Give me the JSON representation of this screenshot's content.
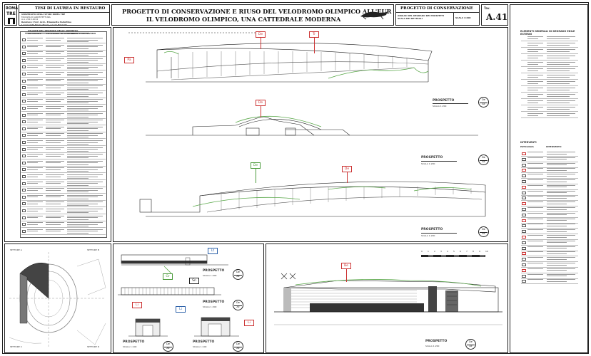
{
  "logo": {
    "line1": "ROMA",
    "line2": "TRE"
  },
  "header": {
    "thesis_label": "TESI DI LAUREA IN RESTAURO",
    "university_line1": "UNIVERSITÀ DEGLI STUDI ROMA TRE",
    "university_line2": "FACOLTÀ DI ARCHITETTURA",
    "academic_year": "A.A. 2013-2014",
    "supervisors": "Relatore: Prof. Arch. Elisabetta Pallottino",
    "students": "Laureandi: Paolo Rossi, Laura Bianchi",
    "title_line1": "PROGETTO DI CONSERVAZIONE E RIUSO DEL VELODROMO OLIMPICO ALL'EUR",
    "title_line2": "IL VELODROMO OLIMPICO, UNA CATTEDRALE MODERNA",
    "project_type": "PROGETTO DI CONSERVAZIONE",
    "subtitle_small1": "ANALISI DEL DEGRADO DEI PROSPETTI",
    "subtitle_small2": "SCALA DEI DETTAGLI",
    "scale": "SCALA 1:200",
    "table_label": "Tav.",
    "table_number": "A.41"
  },
  "left_legend": {
    "title": "ATLANTE DEL DEGRADO DELLE SUPERFICI",
    "col1": "MATERIALE",
    "col2": "PATOLOGIE DI DEGRADO",
    "col3": "CAUSE E INTERVENTI",
    "rows": 29
  },
  "right_panel": {
    "title": "ELEMENTI GENERALI DI DEGRADO EDILE",
    "subtitle": "ESTERNI",
    "interventions_title": "INTERVENTI",
    "col_a": "PATOLOGIA",
    "col_b": "INTERVENTO"
  },
  "elevations": [
    {
      "label": "PROSPETTO",
      "scale": "SCALA 1:200",
      "code_top": "De",
      "code_bottom": "Ac"
    },
    {
      "label": "PROSPETTO",
      "scale": "SCALA 1:200",
      "code_top": "De",
      "code_bottom": "Ac"
    },
    {
      "label": "PROSPETTO",
      "scale": "SCALA 1:200",
      "code_top": "De",
      "code_bottom": "Ac"
    }
  ],
  "tags": {
    "pa": "Pa",
    "de1": "De",
    "tr": "Tr",
    "de2": "De",
    "de3": "De",
    "lt": "Lt",
    "sn": "Sn",
    "li1": "Li",
    "li2": "Li",
    "be": "Be",
    "gr": "Gr",
    "ac": "Ac",
    "li3": "Li"
  },
  "bottom": {
    "prospetto1": "PROSPETTO",
    "prospetto2": "PROSPETTO",
    "prospetto3": "PROSPETTO",
    "prospetto4": "PROSPETTO",
    "prospetto5": "PROSPETTO",
    "scale1": "SCALA 1:200",
    "scale2": "SCALA 1:200",
    "scale3": "SCALA 1:100",
    "scale4": "SCALA 1:100",
    "scale5": "SCALA 1:200",
    "plan_label1": "SETTORE A",
    "plan_label2": "SETTORE B",
    "plan_label3": "SETTORE C",
    "plan_label4": "SETTORE D",
    "scalebar_ticks": [
      "0",
      "1",
      "2",
      "3",
      "4",
      "5",
      "6",
      "7",
      "8",
      "9",
      "10"
    ]
  }
}
